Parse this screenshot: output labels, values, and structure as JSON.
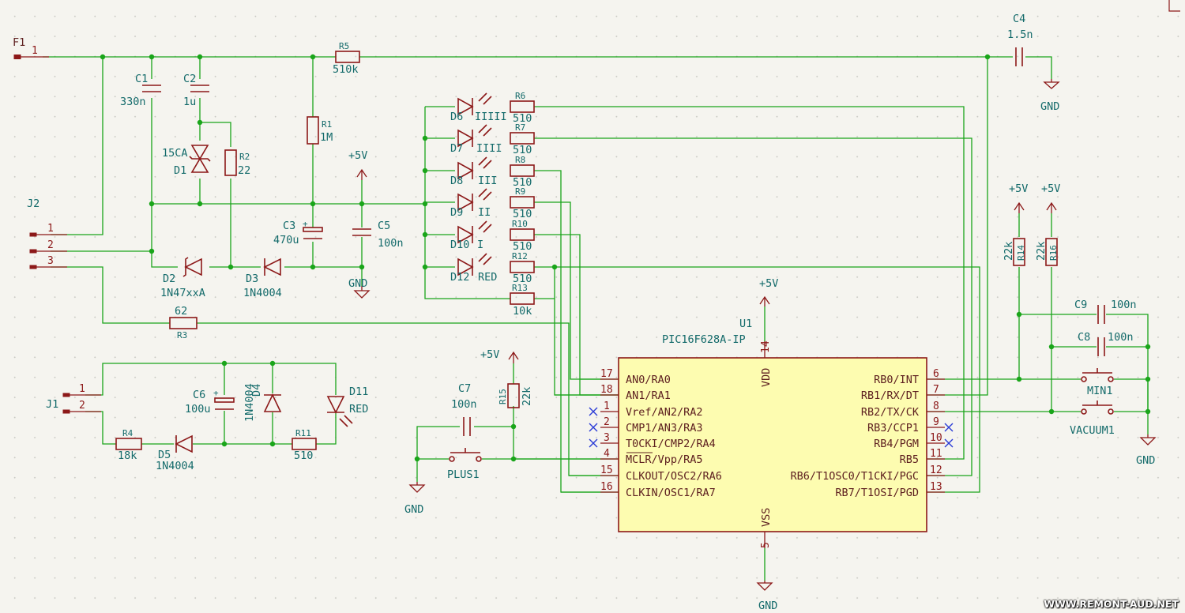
{
  "components": {
    "F1": {
      "ref": "F1",
      "pin": "1"
    },
    "J2": {
      "ref": "J2",
      "pins": [
        "1",
        "2",
        "3"
      ]
    },
    "J1": {
      "ref": "J1",
      "pins": [
        "1",
        "2"
      ]
    },
    "C1": {
      "ref": "C1",
      "value": "330n"
    },
    "C2": {
      "ref": "C2",
      "value": "1u"
    },
    "C3": {
      "ref": "C3",
      "value": "470u"
    },
    "C4": {
      "ref": "C4",
      "value": "1.5n"
    },
    "C5": {
      "ref": "C5",
      "value": "100n"
    },
    "C6": {
      "ref": "C6",
      "value": "100u"
    },
    "C7": {
      "ref": "C7",
      "value": "100n"
    },
    "C8": {
      "ref": "C8",
      "value": "100n"
    },
    "C9": {
      "ref": "C9",
      "value": "100n"
    },
    "R1": {
      "ref": "R1",
      "value": "1M"
    },
    "R2": {
      "ref": "R2",
      "value": "22"
    },
    "R3": {
      "ref": "R3",
      "value": "62"
    },
    "R4": {
      "ref": "R4",
      "value": "18k"
    },
    "R5": {
      "ref": "R5",
      "value": "510k"
    },
    "R6": {
      "ref": "R6",
      "value": "510"
    },
    "R7": {
      "ref": "R7",
      "value": "510"
    },
    "R8": {
      "ref": "R8",
      "value": "510"
    },
    "R9": {
      "ref": "R9",
      "value": "510"
    },
    "R10": {
      "ref": "R10",
      "value": "510"
    },
    "R11": {
      "ref": "R11",
      "value": "510"
    },
    "R12": {
      "ref": "R12",
      "value": "510"
    },
    "R13": {
      "ref": "R13",
      "value": "10k"
    },
    "R14": {
      "ref": "R14",
      "value": "22k"
    },
    "R15": {
      "ref": "R15",
      "value": "22k"
    },
    "R16": {
      "ref": "R16",
      "value": "22k"
    },
    "D1": {
      "ref": "D1",
      "value": "15CA"
    },
    "D2": {
      "ref": "D2",
      "value": "1N47xxA"
    },
    "D3": {
      "ref": "D3",
      "value": "1N4004"
    },
    "D4": {
      "ref": "D4",
      "value": "1N4004"
    },
    "D5": {
      "ref": "D5",
      "value": "1N4004"
    },
    "D6": {
      "ref": "D6",
      "value": "IIIII"
    },
    "D7": {
      "ref": "D7",
      "value": "IIII"
    },
    "D8": {
      "ref": "D8",
      "value": "III"
    },
    "D9": {
      "ref": "D9",
      "value": "II"
    },
    "D10": {
      "ref": "D10",
      "value": "I"
    },
    "D11": {
      "ref": "D11",
      "value": "RED"
    },
    "D12": {
      "ref": "D12",
      "value": "RED"
    },
    "PLUS1": {
      "ref": "PLUS1"
    },
    "MIN1": {
      "ref": "MIN1"
    },
    "VACUUM1": {
      "ref": "VACUUM1"
    },
    "U1": {
      "ref": "U1",
      "value": "PIC16F628A-IP",
      "vdd_pin": "14",
      "vdd_label": "VDD",
      "vss_pin": "5",
      "vss_label": "VSS",
      "left_pins": [
        {
          "num": "17",
          "name": "AN0/RA0"
        },
        {
          "num": "18",
          "name": "AN1/RA1"
        },
        {
          "num": "1",
          "name": "Vref/AN2/RA2"
        },
        {
          "num": "2",
          "name": "CMP1/AN3/RA3"
        },
        {
          "num": "3",
          "name": "T0CKI/CMP2/RA4"
        },
        {
          "num": "4",
          "name": "MCLR/Vpp/RA5"
        },
        {
          "num": "15",
          "name": "CLKOUT/OSC2/RA6"
        },
        {
          "num": "16",
          "name": "CLKIN/OSC1/RA7"
        }
      ],
      "right_pins": [
        {
          "num": "6",
          "name": "RB0/INT"
        },
        {
          "num": "7",
          "name": "RB1/RX/DT"
        },
        {
          "num": "8",
          "name": "RB2/TX/CK"
        },
        {
          "num": "9",
          "name": "RB3/CCP1"
        },
        {
          "num": "10",
          "name": "RB4/PGM"
        },
        {
          "num": "11",
          "name": "RB5"
        },
        {
          "num": "12",
          "name": "RB6/T1OSC0/T1CKI/PGC"
        },
        {
          "num": "13",
          "name": "RB7/T1OSI/PGD"
        }
      ]
    }
  },
  "power": {
    "vcc": "+5V",
    "gnd": "GND"
  },
  "watermark": "WWW.REMONT-AUD.NET",
  "colors": {
    "wire": "#1aa51a",
    "symbol": "#8c1818",
    "text": "#136a6a",
    "ic_fill": "#fdfcb0",
    "no_connect": "#2a3bd6"
  }
}
